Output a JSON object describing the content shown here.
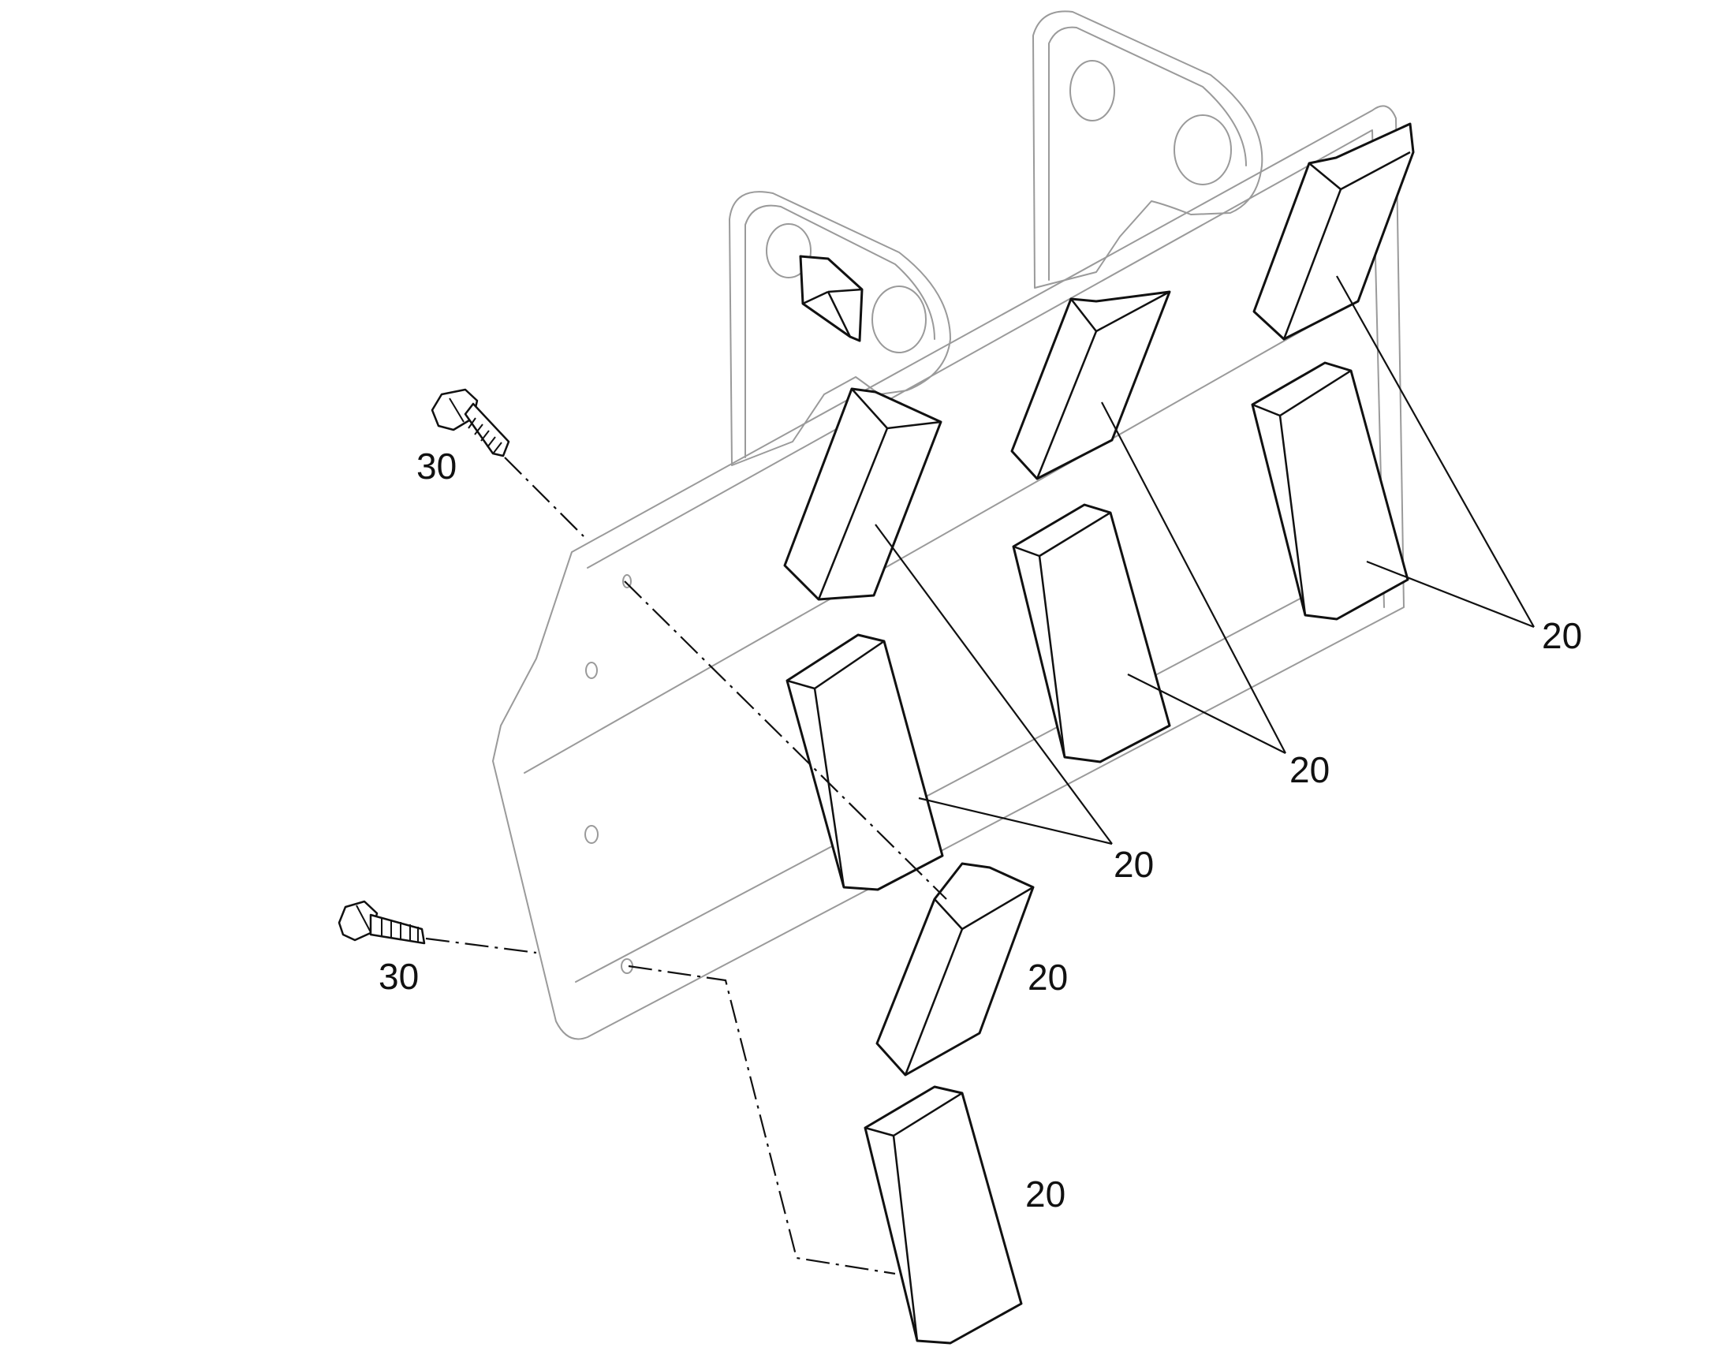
{
  "callouts": {
    "bolt_upper": "30",
    "bolt_lower": "30",
    "pad_group_right": "20",
    "pad_group_middle": "20",
    "pad_group_left": "20",
    "pad_single_lower": "20",
    "pad_single_bottom": "20"
  },
  "colors": {
    "line": "#111111",
    "background_part": "#9a9a9a",
    "background": "#ffffff"
  }
}
